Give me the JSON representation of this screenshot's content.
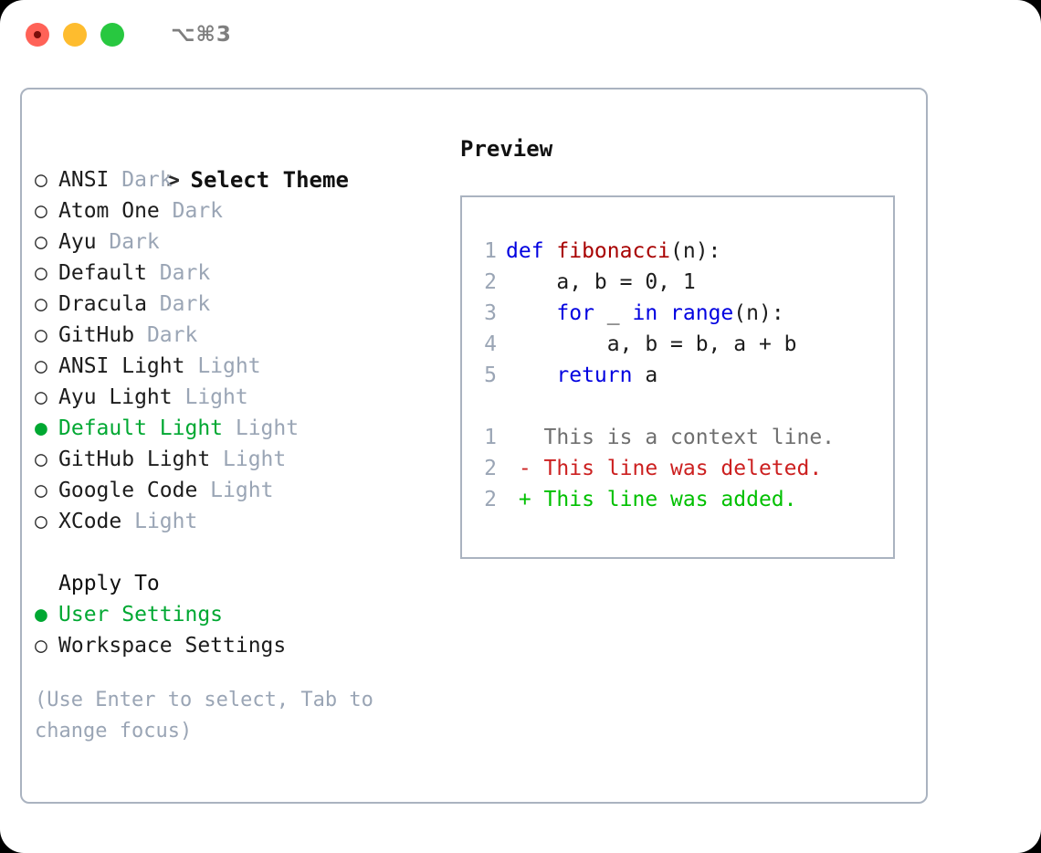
{
  "window": {
    "title_shortcut": "⌥⌘3",
    "traffic_lights": [
      "close-button",
      "minimize-button",
      "maximize-button"
    ]
  },
  "colors": {
    "accent_green": "#00a832",
    "muted": "#9aa5b5",
    "keyword_blue": "#0000e0",
    "function_red": "#a80000",
    "diff_delete": "#cc2020",
    "diff_add": "#00c000",
    "border": "#aab3c0",
    "background": "#ffffff"
  },
  "theme_picker": {
    "header_prefix": ">",
    "header": "Select Theme",
    "marker_selected": "●",
    "marker_unselected": "○",
    "items": [
      {
        "label": "ANSI",
        "variant": "Dark",
        "selected": false
      },
      {
        "label": "Atom One",
        "variant": "Dark",
        "selected": false
      },
      {
        "label": "Ayu",
        "variant": "Dark",
        "selected": false
      },
      {
        "label": "Default",
        "variant": "Dark",
        "selected": false
      },
      {
        "label": "Dracula",
        "variant": "Dark",
        "selected": false
      },
      {
        "label": "GitHub",
        "variant": "Dark",
        "selected": false
      },
      {
        "label": "ANSI Light",
        "variant": "Light",
        "selected": false
      },
      {
        "label": "Ayu Light",
        "variant": "Light",
        "selected": false
      },
      {
        "label": "Default Light",
        "variant": "Light",
        "selected": true
      },
      {
        "label": "GitHub Light",
        "variant": "Light",
        "selected": false
      },
      {
        "label": "Google Code",
        "variant": "Light",
        "selected": false
      },
      {
        "label": "XCode",
        "variant": "Light",
        "selected": false
      }
    ]
  },
  "apply_to": {
    "title": "Apply To",
    "options": [
      {
        "label": "User Settings",
        "selected": true
      },
      {
        "label": "Workspace Settings",
        "selected": false
      }
    ]
  },
  "hint": "(Use Enter to select, Tab to change focus)",
  "preview": {
    "title": "Preview",
    "code_lines": [
      {
        "number": "1",
        "tokens": [
          {
            "text": "def ",
            "style": "kw"
          },
          {
            "text": "fibonacci",
            "style": "fn"
          },
          {
            "text": "(n):",
            "style": "pl"
          }
        ]
      },
      {
        "number": "2",
        "tokens": [
          {
            "text": "    a, b = 0, 1",
            "style": "pl"
          }
        ]
      },
      {
        "number": "3",
        "tokens": [
          {
            "text": "    ",
            "style": "pl"
          },
          {
            "text": "for",
            "style": "kw"
          },
          {
            "text": " _ ",
            "style": "pl"
          },
          {
            "text": "in",
            "style": "kw"
          },
          {
            "text": " ",
            "style": "pl"
          },
          {
            "text": "range",
            "style": "kw"
          },
          {
            "text": "(n):",
            "style": "pl"
          }
        ]
      },
      {
        "number": "4",
        "tokens": [
          {
            "text": "        a, b = b, a + b",
            "style": "pl"
          }
        ]
      },
      {
        "number": "5",
        "tokens": [
          {
            "text": "    ",
            "style": "pl"
          },
          {
            "text": "return",
            "style": "kw"
          },
          {
            "text": " a",
            "style": "pl"
          }
        ]
      }
    ],
    "diff_lines": [
      {
        "number": "1",
        "sign": " ",
        "text": "This is a context line.",
        "style": "ctx"
      },
      {
        "number": "2",
        "sign": "-",
        "text": "This line was deleted.",
        "style": "del"
      },
      {
        "number": "2",
        "sign": "+",
        "text": "This line was added.",
        "style": "add"
      }
    ]
  }
}
